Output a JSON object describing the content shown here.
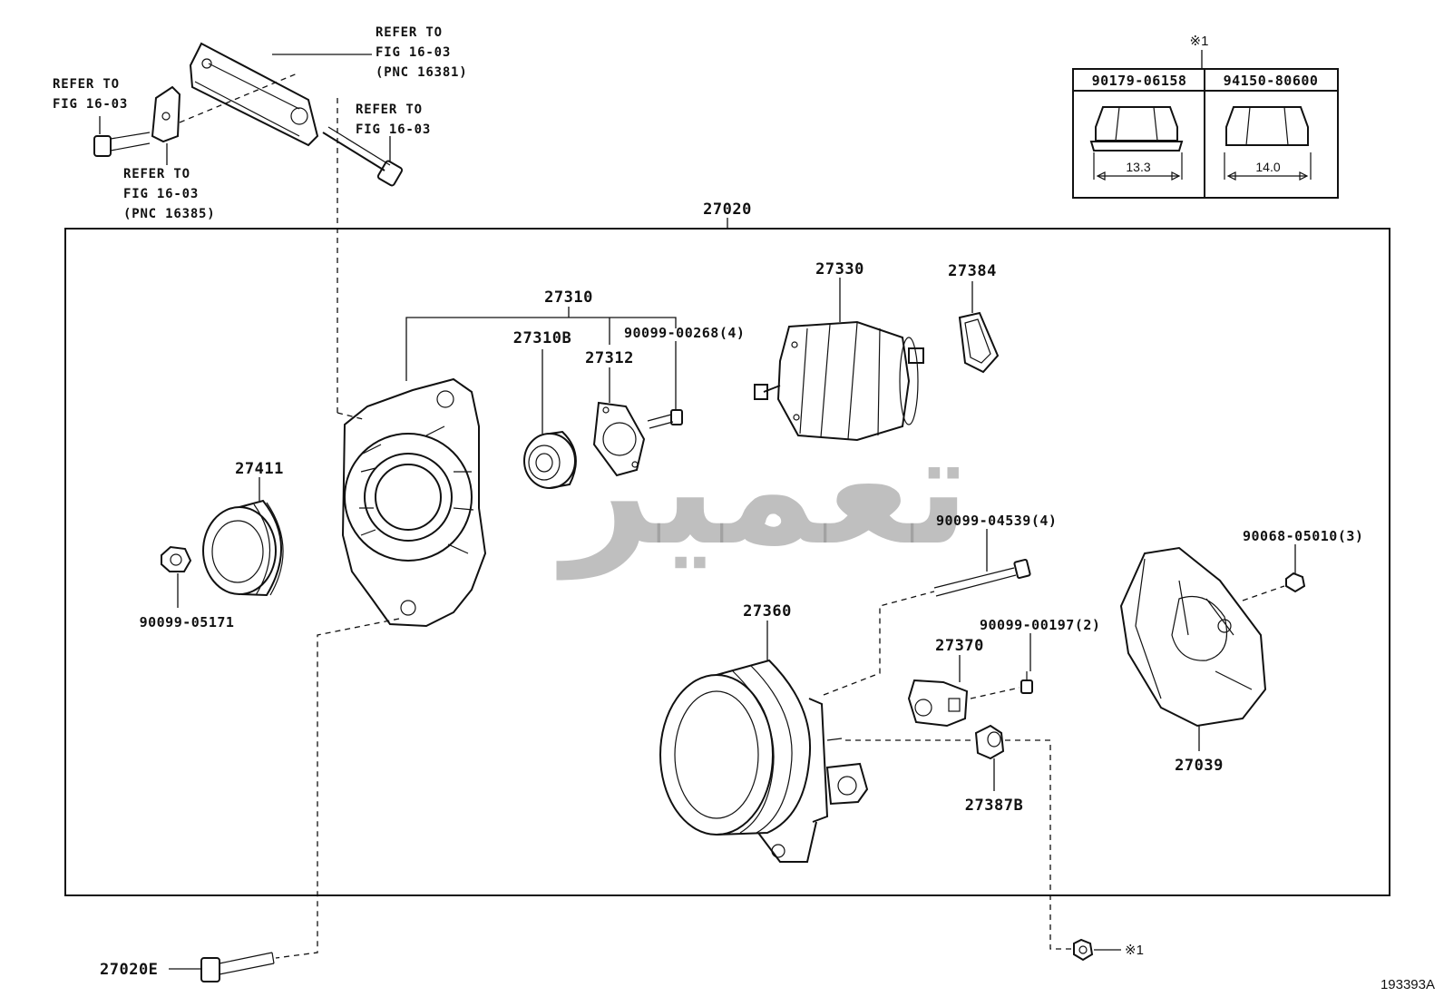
{
  "labels": {
    "assembly": "27020",
    "p27310": "27310",
    "p27310b": "27310B",
    "p27312": "27312",
    "screw_00268": "90099-00268(4)",
    "p27330": "27330",
    "p27384": "27384",
    "p27411": "27411",
    "nut_05171": "90099-05171",
    "bolt_04539": "90099-04539(4)",
    "nut_05010": "90068-05010(3)",
    "p27360": "27360",
    "screw_00197": "90099-00197(2)",
    "p27370": "27370",
    "p27039": "27039",
    "p27387b": "27387B",
    "p27020e": "27020E",
    "note_mark": "※1"
  },
  "refs": {
    "ref_left_1": "REFER TO",
    "ref_left_2": "FIG 16-03",
    "ref_top_1": "REFER TO",
    "ref_top_2": "FIG 16-03",
    "ref_top_3": "(PNC 16381)",
    "ref_bolt_1": "REFER TO",
    "ref_bolt_2": "FIG 16-03",
    "ref_bracket_1": "REFER TO",
    "ref_bracket_2": "FIG 16-03",
    "ref_bracket_3": "(PNC 16385)"
  },
  "note_table": {
    "mark": "※1",
    "col1_part": "90179-06158",
    "col2_part": "94150-80600",
    "col1_dim": "13.3",
    "col2_dim": "14.0"
  },
  "figure_code": "193393A",
  "watermark": "تعمیر"
}
